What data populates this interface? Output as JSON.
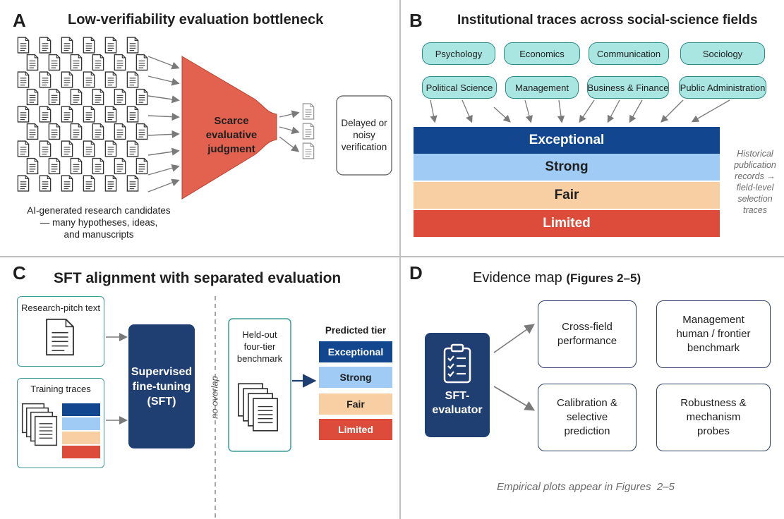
{
  "panel_a": {
    "letter": "A",
    "title": "Low-verifiability evaluation bottleneck",
    "funnel_label": "Scarce evaluative judgment",
    "verification_label": "Delayed or noisy verification",
    "caption_lines": [
      "AI-generated research candidates",
      "— many hypotheses, ideas,",
      "and manuscripts"
    ]
  },
  "panel_b": {
    "letter": "B",
    "title": "Institutional traces across social-science fields",
    "fields_row1": [
      "Psychology",
      "Economics",
      "Communication",
      "Sociology"
    ],
    "fields_row2": [
      "Political Science",
      "Management",
      "Business & Finance",
      "Public Administration"
    ],
    "tiers": [
      "Exceptional",
      "Strong",
      "Fair",
      "Limited"
    ],
    "side_note_lines": [
      "Historical",
      "publication",
      "records →",
      "field-level",
      "selection",
      "traces"
    ]
  },
  "panel_c": {
    "letter": "C",
    "title": "SFT alignment with separated evaluation",
    "pitch_label": "Research-pitch text",
    "training_label": "Training traces",
    "sft_lines": [
      "Supervised",
      "fine-tuning",
      "(SFT)"
    ],
    "no_overlap": "no overlap",
    "heldout_lines": [
      "Held-out",
      "four-tier",
      "benchmark"
    ],
    "predicted_label": "Predicted tier",
    "tiers": [
      "Exceptional",
      "Strong",
      "Fair",
      "Limited"
    ]
  },
  "panel_d": {
    "letter": "D",
    "title_main": "Evidence map",
    "title_sub": "(Figures 2–5)",
    "evaluator_lines": [
      "SFT-",
      "evaluator"
    ],
    "boxes": [
      [
        "Cross-field",
        "performance"
      ],
      [
        "Management",
        "human / frontier",
        "benchmark"
      ],
      [
        "Calibration &",
        "selective",
        "prediction"
      ],
      [
        "Robustness &",
        "mechanism",
        "probes"
      ]
    ],
    "footnote": "Empirical plots appear in Figures  2–5"
  },
  "colors": {
    "exceptional": "#12478f",
    "strong": "#9fcbf4",
    "fair": "#f8cfa2",
    "limited": "#dd4b3a",
    "funnel": "#e3624f",
    "navy": "#1f3f73",
    "teal_fill": "#a9e6e1"
  }
}
